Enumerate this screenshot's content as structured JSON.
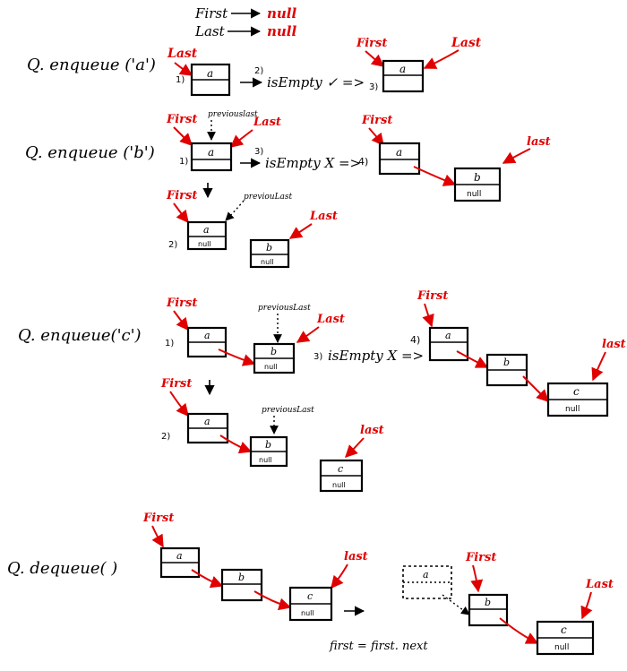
{
  "top": {
    "first_label": "First",
    "last_label": "Last",
    "null_label": "null"
  },
  "labels": {
    "first": "First",
    "last": "Last",
    "last_lower": "last",
    "null": "null",
    "previous_last_1": "previouslast",
    "previous_last_2": "previouLast",
    "previous_last_3": "previousLast",
    "previous_last_4": "previousLast"
  },
  "steps": {
    "s1": "1)",
    "s2": "2)",
    "s3": "3)",
    "s4": "4)"
  },
  "checks": {
    "is_empty_true": "isEmpty ✓ =>",
    "is_empty_false": "isEmpty X =>"
  },
  "ops": {
    "enqueue_a": "Q. enqueue ('a')",
    "enqueue_b": "Q. enqueue ('b')",
    "enqueue_c": "Q. enqueue('c')",
    "dequeue": "Q. dequeue( )"
  },
  "nodes": {
    "a": "a",
    "b": "b",
    "c": "c"
  },
  "dequeue_assign": "first = first. next"
}
